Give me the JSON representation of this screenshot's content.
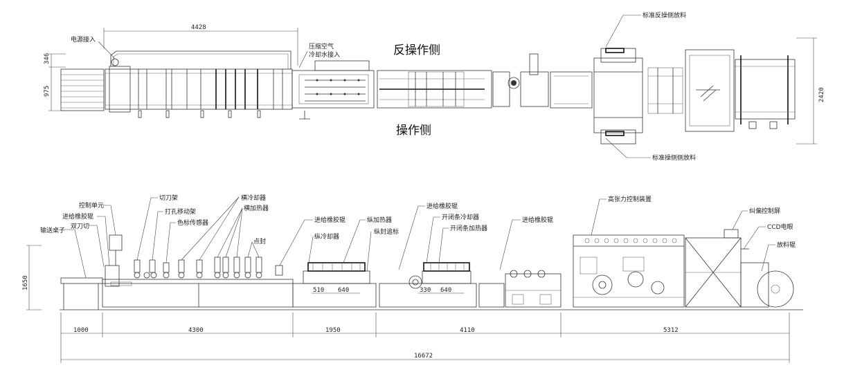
{
  "top_view": {
    "labels": {
      "power_in": "电源接入",
      "air_water": "压缩空气\n冷却水接入",
      "opposite_side": "反操作侧",
      "operator_side": "操作侧",
      "std_opp_unwind": "标准反操侧放料",
      "std_op_unwind": "标准操侧侧放料"
    },
    "dimensions": {
      "length": "4428",
      "d346": "346",
      "d975": "975",
      "width": "2420"
    }
  },
  "side_view": {
    "labels": {
      "control_unit": "控制单元",
      "feed_roller_1": "进给橡胶辊",
      "double_knife": "双刀切",
      "conveyor_table": "输送桌子",
      "cutter_frame": "切刀架",
      "punch_frame": "打孔移动架",
      "color_sensor": "色标传感器",
      "cross_cooler": "横冷却器",
      "cross_heater": "横加热器",
      "spot_seal": "点封",
      "feed_roller_2": "进给橡胶辊",
      "long_cooler": "纵冷却器",
      "long_heater": "纵加热器",
      "long_seal_track": "纵封追标",
      "feed_roller_3": "进给橡胶辊",
      "zip_cooler": "开闭条冷却器",
      "zip_heater": "开闭条加热器",
      "feed_roller_4": "进给橡胶辊",
      "tension_ctrl": "高张力控制装置",
      "epc_screen": "纠偏控制屏",
      "ccd_eye": "CCD电眼",
      "unwind_roller": "放料辊"
    },
    "dimensions": {
      "height": "1650",
      "d510": "510",
      "d640a": "640",
      "d330": "330",
      "d640b": "640",
      "seg1": "1000",
      "seg2": "4300",
      "seg3": "1950",
      "seg4": "4110",
      "seg5": "5312",
      "total": "16672"
    }
  }
}
